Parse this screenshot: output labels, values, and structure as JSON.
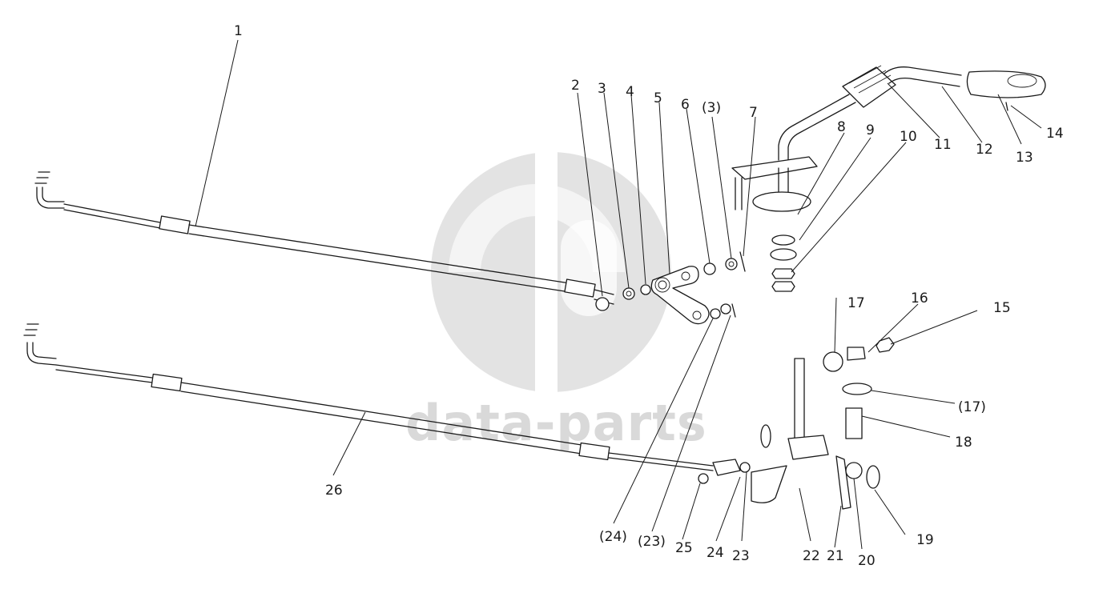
{
  "watermark": {
    "text": "data-parts",
    "color": "#d9d9d9"
  },
  "callouts": [
    {
      "label": "1"
    },
    {
      "label": "2"
    },
    {
      "label": "3"
    },
    {
      "label": "4"
    },
    {
      "label": "5"
    },
    {
      "label": "6"
    },
    {
      "label": "(3)"
    },
    {
      "label": "7"
    },
    {
      "label": "8"
    },
    {
      "label": "9"
    },
    {
      "label": "10"
    },
    {
      "label": "11"
    },
    {
      "label": "12"
    },
    {
      "label": "13"
    },
    {
      "label": "14"
    },
    {
      "label": "15"
    },
    {
      "label": "16"
    },
    {
      "label": "17"
    },
    {
      "label": "(17)"
    },
    {
      "label": "18"
    },
    {
      "label": "19"
    },
    {
      "label": "20"
    },
    {
      "label": "21"
    },
    {
      "label": "22"
    },
    {
      "label": "23"
    },
    {
      "label": "24"
    },
    {
      "label": "25"
    },
    {
      "label": "26"
    },
    {
      "label": "(24)"
    },
    {
      "label": "(23)"
    }
  ]
}
